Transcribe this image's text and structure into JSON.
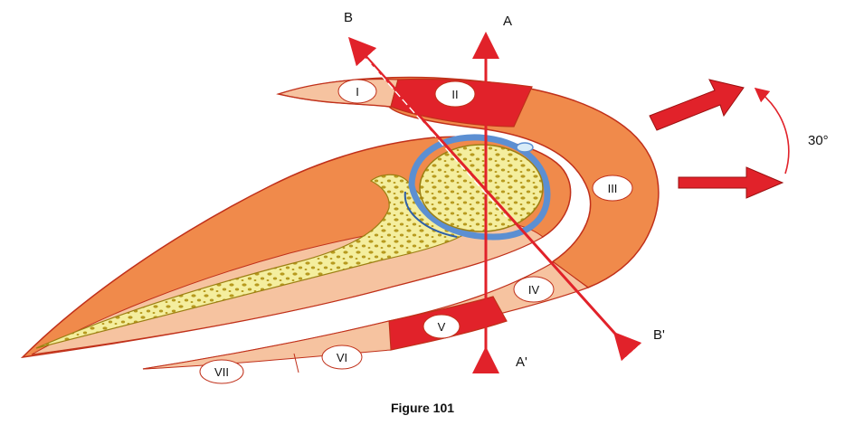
{
  "figure": {
    "caption": "Figure 101",
    "rotation_label": "30°",
    "axes": {
      "a": "A",
      "a_prime": "A'",
      "b": "B",
      "b_prime": "B'"
    },
    "regions": [
      "I",
      "II",
      "III",
      "IV",
      "V",
      "VI",
      "VII"
    ]
  },
  "colors": {
    "muscle": "#F08A4B",
    "muscle_light": "#F6C3A0",
    "section_highlight": "#E1222A",
    "bone": "#F4EE9E",
    "bone_spots": "#B79A1E",
    "cartilage": "#5C8FD2",
    "axis": "#E1222A",
    "outline": "#C0301A"
  }
}
